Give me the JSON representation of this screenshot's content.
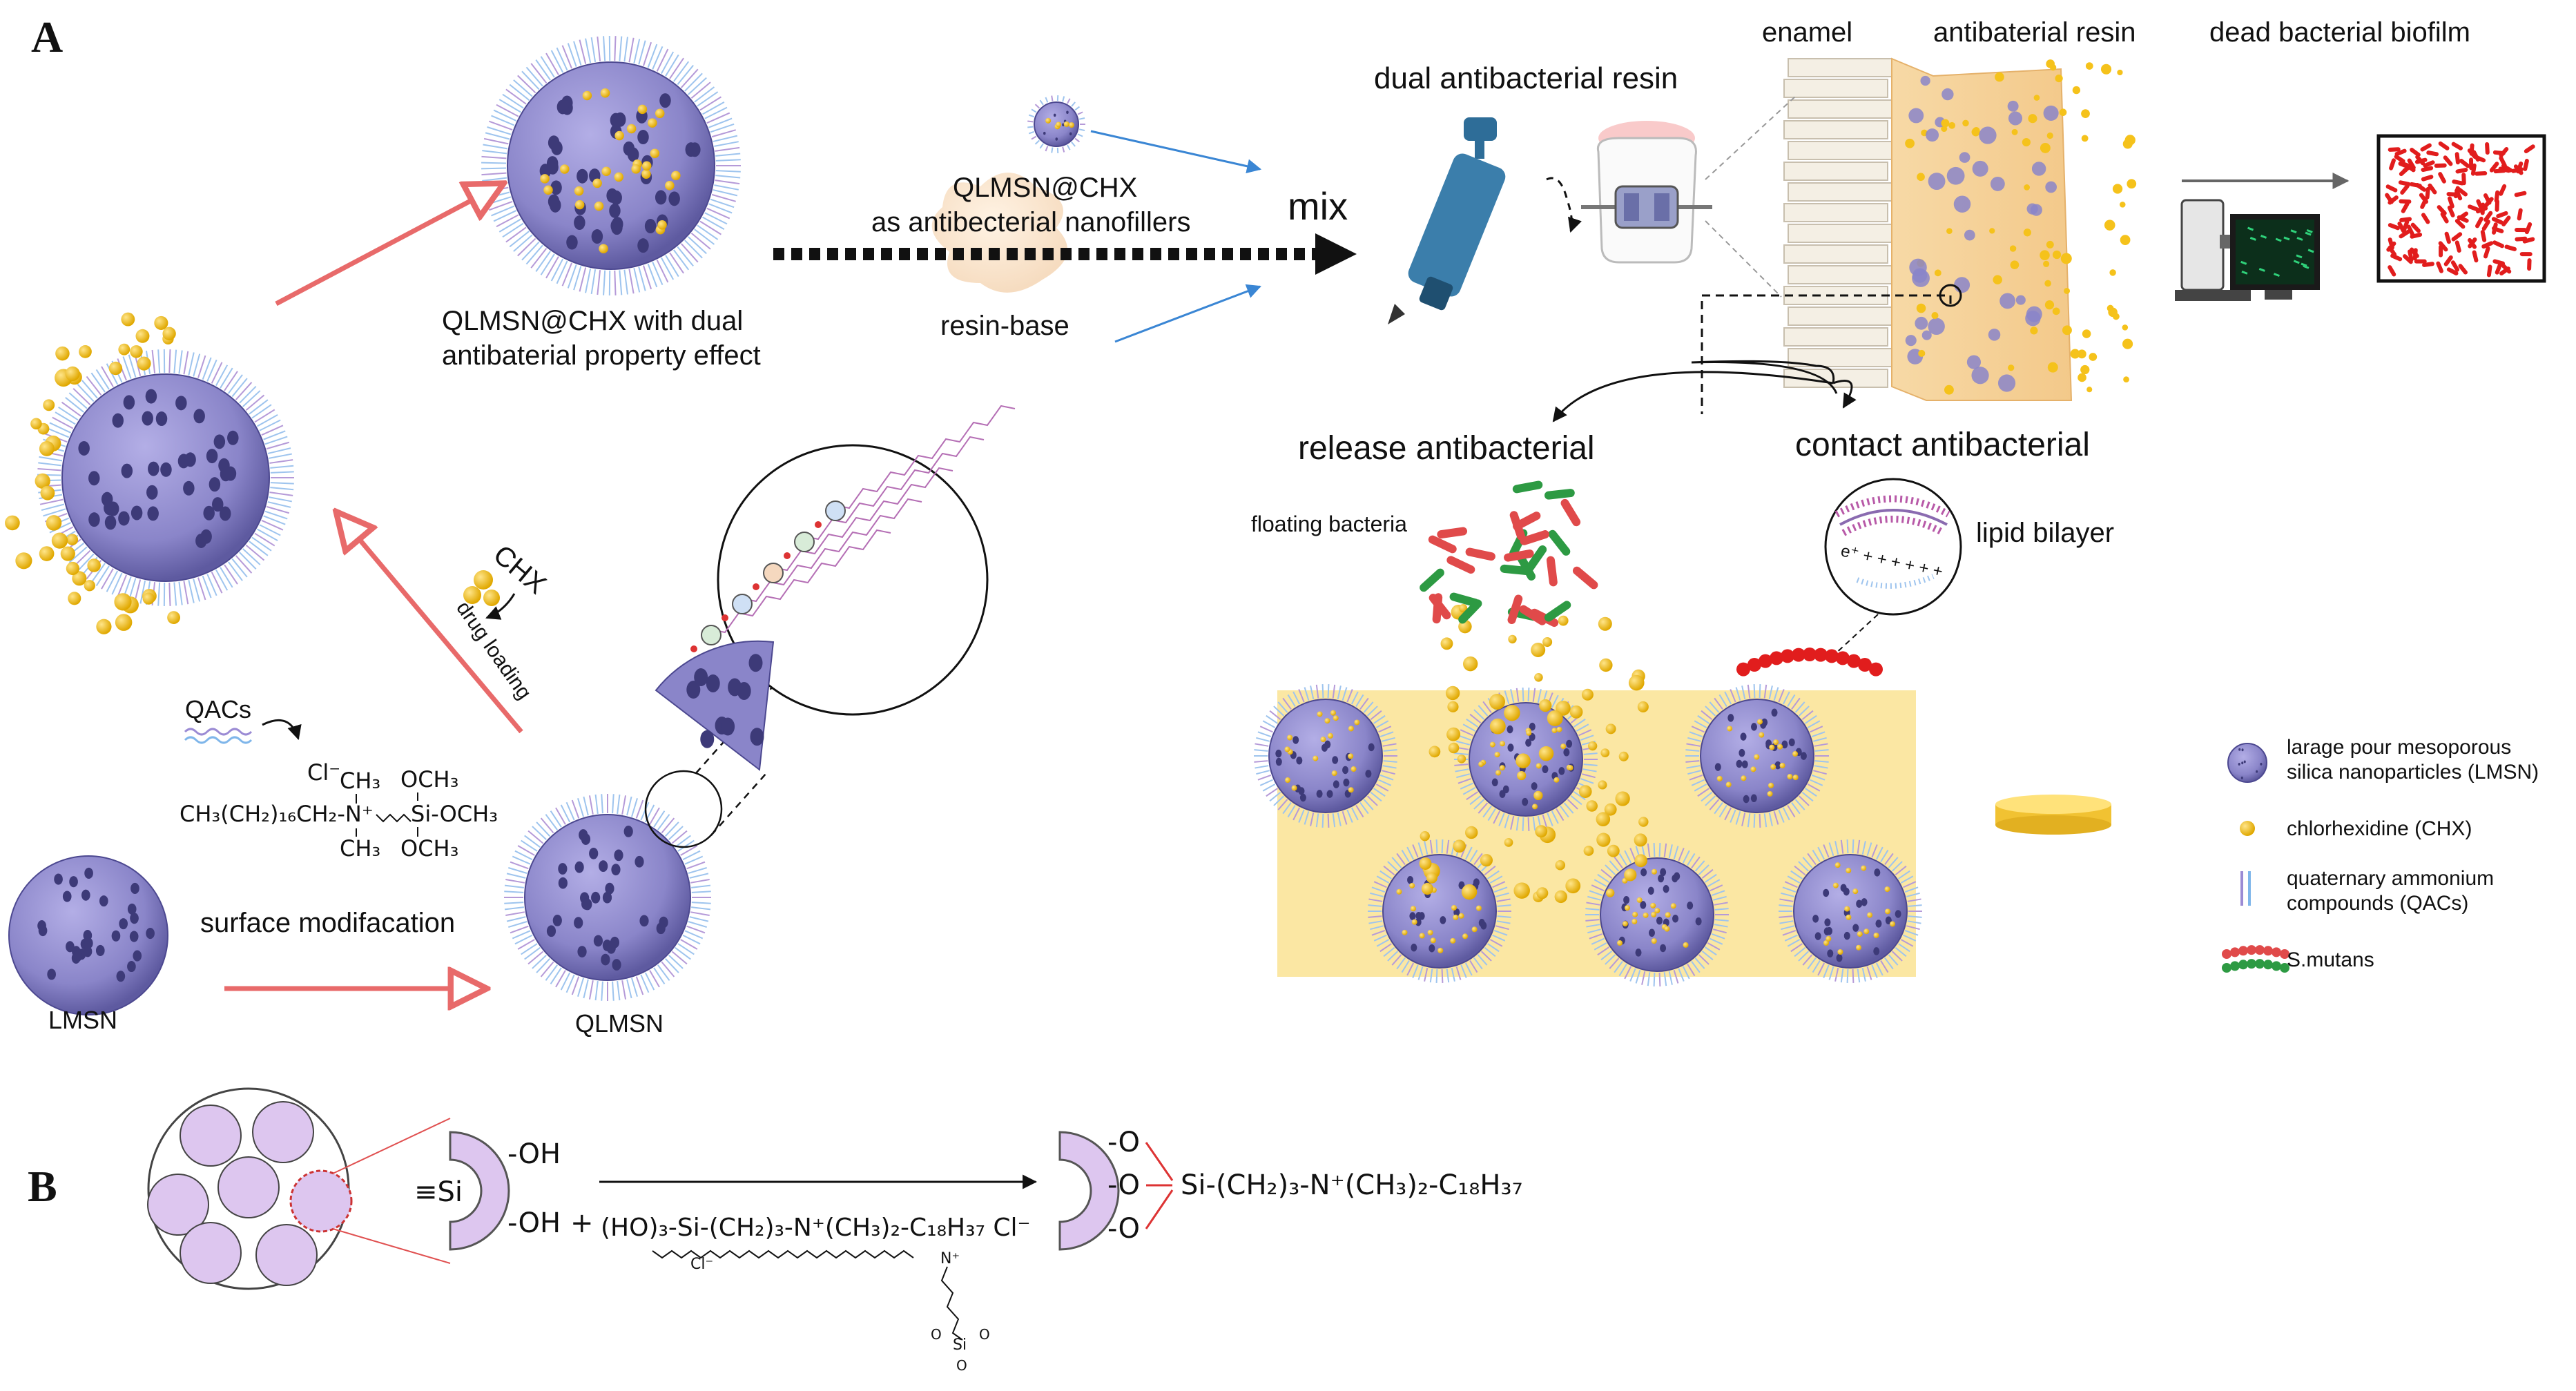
{
  "panels": {
    "a": "A",
    "b": "B"
  },
  "labels": {
    "qlmsn_chx_title_1": "QLMSN@CHX  with dual",
    "qlmsn_chx_title_2": "antibaterial property effect",
    "nanofiller_1": "QLMSN@CHX",
    "nanofiller_2": "as antibecterial nanofillers",
    "resin_base": "resin-base",
    "mix": "mix",
    "dual_resin": "dual antibacterial resin",
    "enamel": "enamel",
    "antibacterial_resin": "antibaterial resin",
    "dead_biofilm": "dead  bacterial biofilm",
    "release": "release antibacterial",
    "contact": "contact antibacterial",
    "floating": "floating bacteria",
    "lipid": "lipid bilayer",
    "chx": "CHX",
    "drug_loading": "drug loading",
    "qacs": "QACs",
    "surface_mod": "surface modifacation",
    "lmsn": "LMSN",
    "qlmsn": "QLMSN",
    "membrane_charge": "e⁺ + + + + + +"
  },
  "chemistry_a": {
    "cl": "Cl⁻",
    "ch3_top": "CH₃",
    "ch3_bottom": "CH₃",
    "chain": "CH₃(CH₂)₁₆CH₂-N⁺",
    "och3_top": "OCH₃",
    "si_och3": "Si-OCH₃",
    "och3_bottom": "OCH₃"
  },
  "chemistry_b": {
    "si": "≡Si",
    "oh_top": "-OH",
    "oh_bottom": "-OH",
    "plus": "+",
    "reagent": "(HO)₃-Si-(CH₂)₃-N⁺(CH₃)₂-C₁₈H₃₇ Cl⁻",
    "o_top": "-O",
    "o_mid": "-O",
    "o_bottom": "-O",
    "product": "Si-(CH₂)₃-N⁺(CH₃)₂-C₁₈H₃₇",
    "struct_cl": "Cl⁻",
    "struct_n": "N⁺",
    "struct_si": "Si",
    "struct_o": "O"
  },
  "legend": [
    {
      "text_1": "larage pour mesoporous",
      "text_2": "silica nanoparticles (LMSN)"
    },
    {
      "text_1": "chlorhexidine (CHX)",
      "text_2": ""
    },
    {
      "text_1": "quaternary ammonium",
      "text_2": "compounds (QACs)"
    },
    {
      "text_1": "S.mutans",
      "text_2": ""
    }
  ],
  "colors": {
    "particle": "#8a85c9",
    "pore": "#3d3a78",
    "chx": "#f5c21b",
    "qac": "#9ec4ee",
    "bacteria_red": "#e03a3a",
    "bacteria_green": "#2d9a43",
    "resin": "#fbe7a3",
    "arrow_red": "#e86a6a",
    "arrow_blue": "#3a86d4"
  }
}
